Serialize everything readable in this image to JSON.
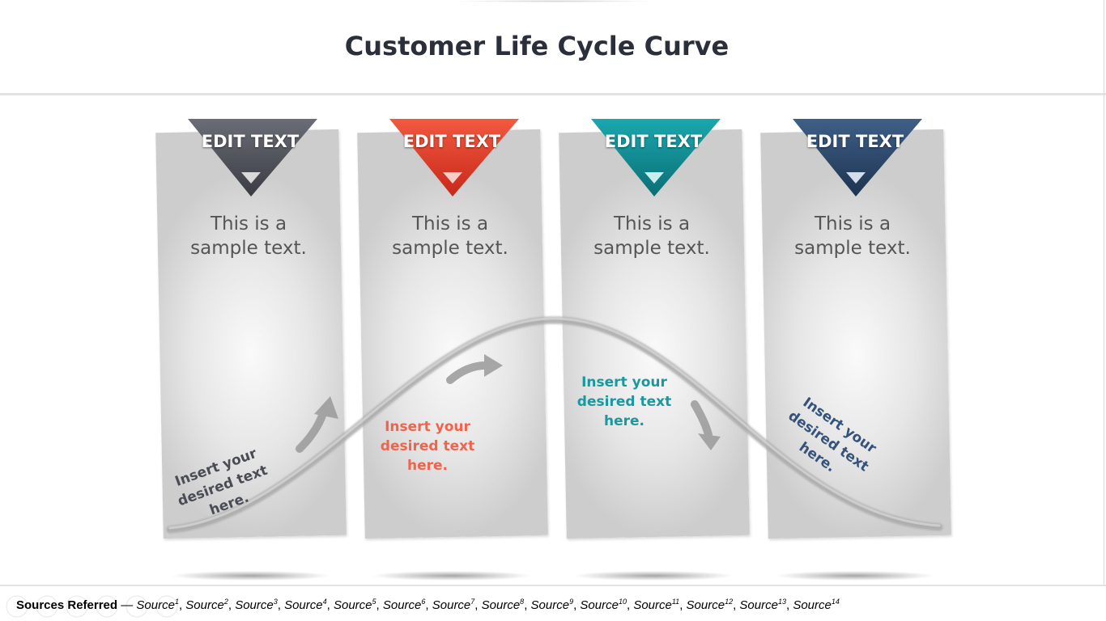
{
  "title": "Customer Life Cycle Curve",
  "cards": [
    {
      "tab": "EDIT TEXT",
      "sample_line1": "This is a",
      "sample_line2": "sample text.",
      "note_line1": "Insert your",
      "note_line2": "desired text",
      "note_line3": "here.",
      "color": "#4a4c55",
      "note_color": "#4a4c55"
    },
    {
      "tab": "EDIT TEXT",
      "sample_line1": "This is a",
      "sample_line2": "sample text.",
      "note_line1": "Insert your",
      "note_line2": "desired text",
      "note_line3": "here.",
      "color": "#e23a26",
      "note_color": "#f0634c"
    },
    {
      "tab": "EDIT TEXT",
      "sample_line1": "This is a",
      "sample_line2": "sample text.",
      "note_line1": "Insert your",
      "note_line2": "desired text",
      "note_line3": "here.",
      "color": "#0f8e96",
      "note_color": "#1a98a0"
    },
    {
      "tab": "EDIT TEXT",
      "sample_line1": "This is a",
      "sample_line2": "sample text.",
      "note_line1": "Insert your",
      "note_line2": "desired text",
      "note_line3": "here.",
      "color": "#2c4a6e",
      "note_color": "#34527a"
    }
  ],
  "footer": {
    "label": "Sources Referred",
    "dash": " — ",
    "sources": [
      "Source",
      "Source",
      "Source",
      "Source",
      "Source",
      "Source",
      "Source",
      "Source",
      "Source",
      "Source",
      "Source",
      "Source",
      "Source",
      "Source"
    ],
    "superscripts": [
      "1",
      "2",
      "3",
      "4",
      "5",
      "6",
      "7",
      "8",
      "9",
      "10",
      "11",
      "12",
      "13",
      "14"
    ]
  }
}
